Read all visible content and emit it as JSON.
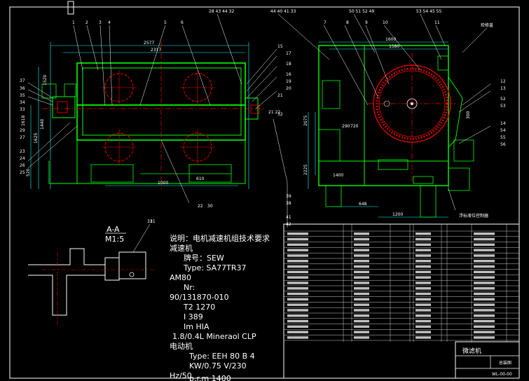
{
  "drawing": {
    "part_numbers_left": [
      "1",
      "2",
      "3",
      "4",
      "5",
      "6",
      "28 43 44 32",
      "37",
      "36",
      "35",
      "34",
      "33",
      "23",
      "24",
      "26",
      "25",
      "27",
      "29",
      "22",
      "30",
      "15",
      "17",
      "18",
      "16",
      "19",
      "20",
      "21",
      "31",
      "32",
      "21 22",
      "39",
      "38",
      "41",
      "42"
    ],
    "part_numbers_right": [
      "44 40 41 33",
      "7",
      "8",
      "9",
      "10",
      "50 51 52 49",
      "53 54 45 55",
      "11",
      "12",
      "13",
      "14",
      "52",
      "53",
      "54",
      "55",
      "56"
    ],
    "dimensions_left": [
      "2577",
      "2317",
      "1618",
      "1625",
      "1440",
      "1520",
      "1000",
      "520",
      "610"
    ],
    "dimensions_right": [
      "1600",
      "1580",
      "1200",
      "720",
      "2075",
      "2225",
      "648",
      "1400",
      "290",
      "300"
    ],
    "annotation_top_right": "检修盖",
    "annotation_bottom_right": "浮标液位控制器"
  },
  "section": {
    "title": "A-A",
    "scale": "M1:5",
    "callout": "31"
  },
  "notes": {
    "lines": [
      "说明：电机减速机组技术要求",
      "减速机",
      "牌号：SEW",
      "Type: SA77TR37",
      "AM80",
      "Nr:",
      "90/131870-010",
      "T2          1270",
      "I             389",
      "Im         HIA",
      "1.8/0.4L Mineraol CLP",
      "电动机",
      "Type: EEH 80 B 4",
      "KW/0.75   V/230",
      "Hz/50",
      "p.r.m 1400"
    ]
  },
  "title_block": {
    "name": "微滤机",
    "sub": "总装图",
    "drawing_no": "WL-00-00"
  },
  "colors": {
    "outline": "#00ff00",
    "center": "#ff0000",
    "dim": "#00ffff",
    "text": "#ffffff",
    "bg": "#000000"
  }
}
